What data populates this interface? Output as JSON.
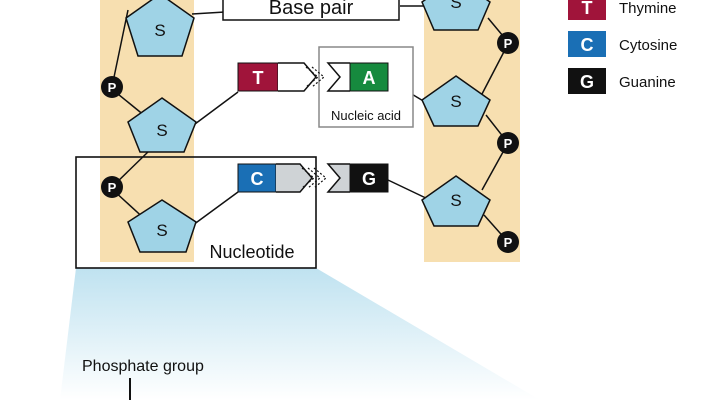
{
  "diagram": {
    "labels": {
      "base_pair": "Base pair",
      "nucleic_acid": "Nucleic acid",
      "nucleotide": "Nucleotide",
      "phosphate_group": "Phosphate group"
    },
    "sugar_letter": "S",
    "phosphate_letter": "P",
    "bases": {
      "t": "T",
      "a": "A",
      "c": "C",
      "g": "G"
    },
    "legend": [
      {
        "letter": "T",
        "name": "Thymine",
        "color": "#a0143a"
      },
      {
        "letter": "C",
        "name": "Cytosine",
        "color": "#1a6fb5"
      },
      {
        "letter": "G",
        "name": "Guanine",
        "color": "#111111"
      }
    ],
    "colors": {
      "backbone": "#f7dfb0",
      "sugar": "#9fd3e6",
      "adenine": "#168a3e",
      "zoom_gradient_top": "#bfe2f0"
    }
  }
}
